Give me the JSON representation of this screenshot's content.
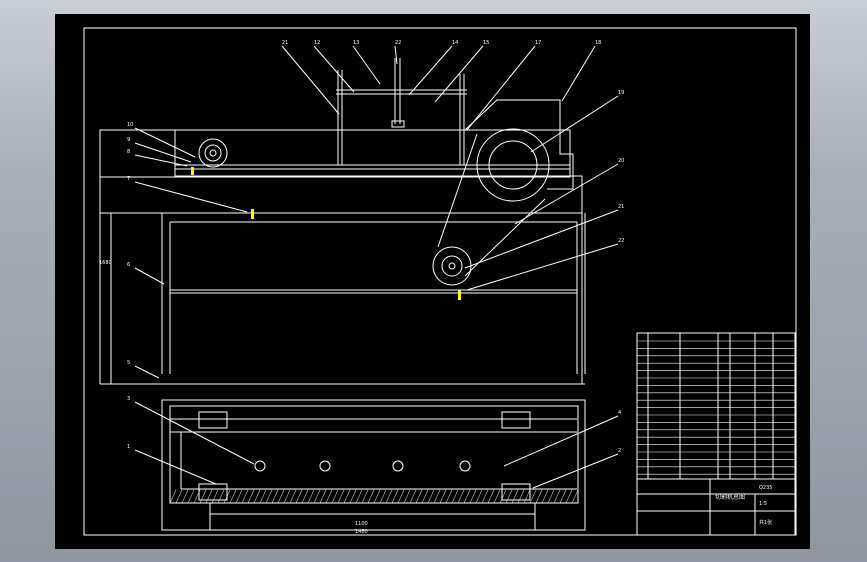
{
  "colors": {
    "background_gradient": [
      "#c9ced6",
      "#8e95a0"
    ],
    "sheet": "#000000",
    "lines": "#ffffff",
    "accent": "#ffff00"
  },
  "drawing": {
    "callouts_top": [
      "21",
      "12",
      "13",
      "22",
      "14",
      "15",
      "17",
      "18",
      "19",
      "20",
      "21",
      "22"
    ],
    "callouts_left": [
      "10",
      "9",
      "8",
      "7",
      "6",
      "5"
    ],
    "callouts_plan": [
      "3",
      "1",
      "4",
      "2"
    ],
    "dimension_labels": [
      "1100",
      "1480",
      "1680"
    ],
    "title_block": {
      "drawing_title": "切割机总图",
      "row_material": "Q235",
      "scale": "1:5",
      "sheet": "共1张"
    }
  }
}
